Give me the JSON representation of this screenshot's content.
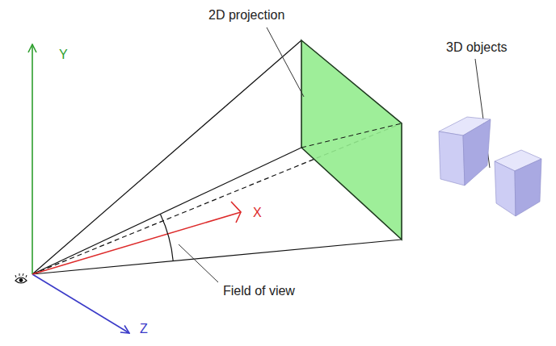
{
  "diagram": {
    "labels": [
      "2D projection",
      "3D objects",
      "Field of view",
      "Y",
      "X",
      "Z"
    ]
  }
}
